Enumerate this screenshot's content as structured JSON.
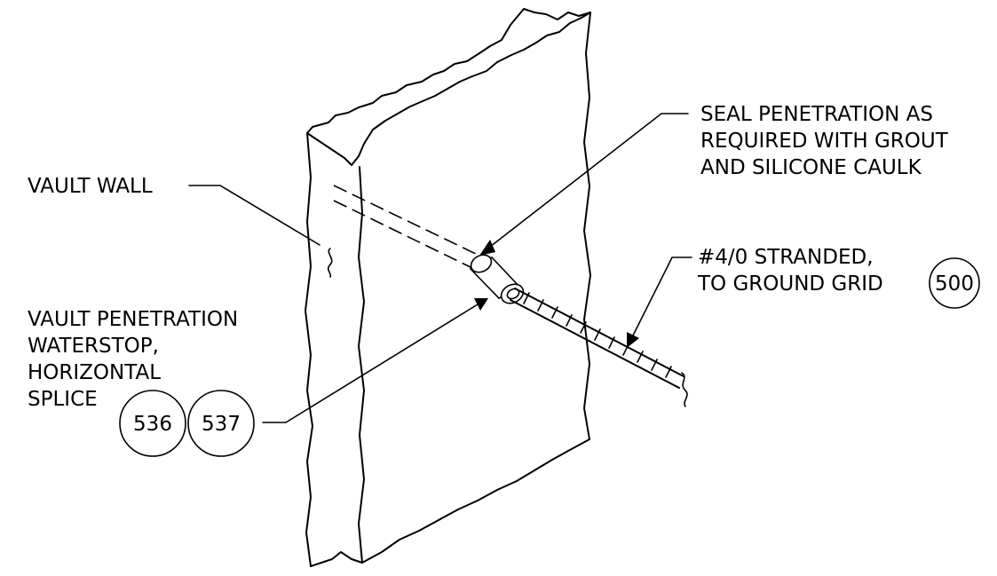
{
  "labels": {
    "vault_wall": "VAULT WALL",
    "seal": [
      "SEAL PENETRATION AS",
      "REQUIRED WITH GROUT",
      "AND SILICONE CAULK"
    ],
    "stranded": [
      "#4/0 STRANDED,",
      "TO GROUND GRID"
    ],
    "waterstop": [
      "VAULT PENETRATION",
      "WATERSTOP,",
      "HORIZONTAL",
      "SPLICE"
    ]
  },
  "references": {
    "ground_grid": "500",
    "waterstop_a": "536",
    "waterstop_b": "537"
  }
}
